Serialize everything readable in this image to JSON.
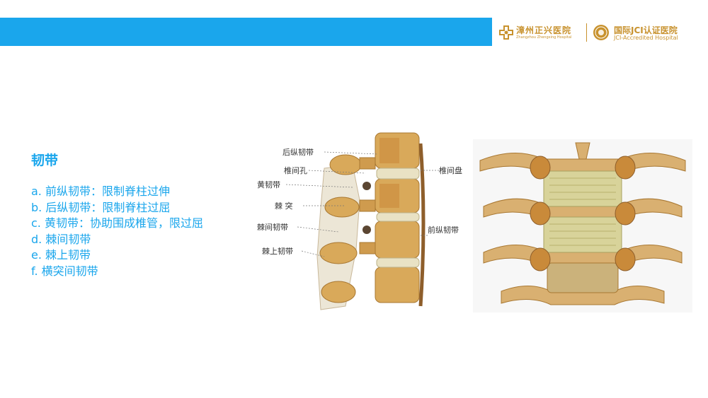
{
  "header": {
    "hospital_name": "漳州正兴医院",
    "hospital_name_en": "Zhangzhou Zhengxing Hospital",
    "jci_name": "国际JCI认证医院",
    "jci_name_en": "JCI-Accredited Hospital"
  },
  "content": {
    "title": "韧带",
    "items": [
      "a. 前纵韧带：限制脊柱过伸",
      "b. 后纵韧带：限制脊柱过屈",
      "c. 黄韧带：协助围成椎管，限过屈",
      "d. 棘间韧带",
      "e. 棘上韧带",
      "f. 横突间韧带"
    ]
  },
  "figure1": {
    "labels": {
      "posterior_longitudinal": "后纵韧带",
      "intervertebral_foramen": "椎间孔",
      "ligamentum_flavum": "黄韧带",
      "spinous_process": "棘  突",
      "interspinous": "棘间韧带",
      "supraspinous": "棘上韧带",
      "intervertebral_disc": "椎间盘",
      "anterior_longitudinal": "前纵韧带"
    }
  },
  "colors": {
    "accent": "#1aa6ec",
    "brand_gold": "#c8922e",
    "bone": "#d9a95a",
    "disc": "#e9e2c4"
  }
}
